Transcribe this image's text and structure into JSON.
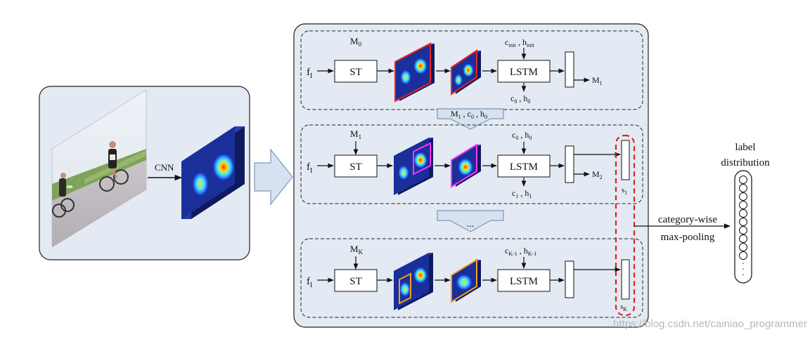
{
  "input_panel": {
    "cnn_label": "CNN"
  },
  "row1": {
    "mem_label": "M",
    "mem_sub": "0",
    "fi": "f",
    "fi_sub": "I",
    "st_label": "ST",
    "lstm_label": "LSTM",
    "state_in": {
      "c": "c",
      "c_sub": "init",
      "h": "h",
      "h_sub": "init"
    },
    "state_out": {
      "c": "c",
      "c_sub": "0",
      "h": "h",
      "h_sub": "0"
    },
    "out": "M",
    "out_sub": "1"
  },
  "transfer_arrow_1": {
    "m": "M",
    "m_sub": "1",
    "c": "c",
    "c_sub": "0",
    "h": "h",
    "h_sub": "0"
  },
  "row2": {
    "mem_label": "M",
    "mem_sub": "1",
    "fi": "f",
    "fi_sub": "I",
    "st_label": "ST",
    "lstm_label": "LSTM",
    "state_in": {
      "c": "c",
      "c_sub": "0",
      "h": "h",
      "h_sub": "0"
    },
    "state_out": {
      "c": "c",
      "c_sub": "1",
      "h": "h",
      "h_sub": "1"
    },
    "out": "M",
    "out_sub": "2",
    "score": "s",
    "score_sub": "1"
  },
  "transfer_arrow_2": {
    "label": "..."
  },
  "row3": {
    "mem_label": "M",
    "mem_sub": "K",
    "fi": "f",
    "fi_sub": "I",
    "st_label": "ST",
    "lstm_label": "LSTM",
    "state_in": {
      "c": "c",
      "c_sub": "K-1",
      "h": "h",
      "h_sub": "K-1"
    },
    "score": "s",
    "score_sub": "K"
  },
  "pooling": {
    "line1": "category-wise",
    "line2": "max-pooling"
  },
  "output": {
    "line1": "label",
    "line2": "distribution",
    "dots": "."
  },
  "watermark": "https://blog.csdn.net/cainiao_programmer",
  "colors": {
    "panel_fill": "#e4eaf3",
    "arrow_fill": "#d6e2f0",
    "arrow_stroke": "#7f95b3",
    "dashed_red": "#e02020",
    "heatmap_blue": "#1a2f9a",
    "heatmap_side": "#0d1a5e",
    "red_border": "#ee2222",
    "magenta_border": "#ff33ff",
    "orange_border": "#f0a020"
  }
}
